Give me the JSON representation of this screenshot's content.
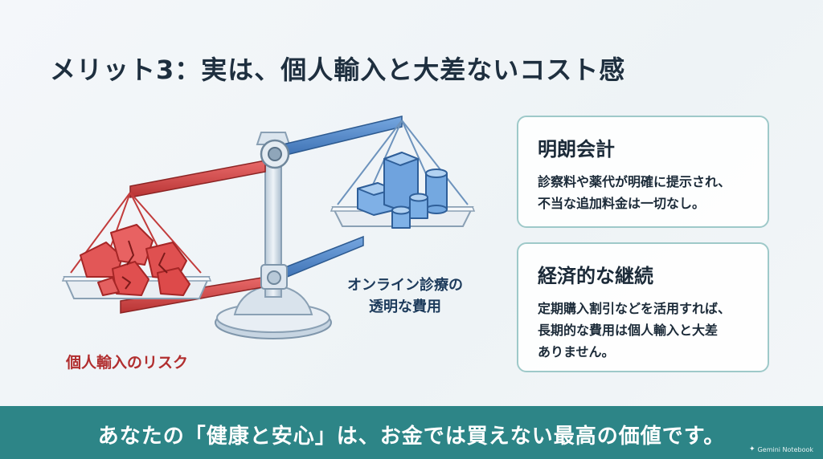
{
  "slide": {
    "title": "メリット3：実は、個人輸入と大差ないコスト感"
  },
  "illustration": {
    "left_label": "個人輸入のリスク",
    "right_label_line1": "オンライン診療の",
    "right_label_line2": "透明な費用",
    "colors": {
      "risk": "#d94a4a",
      "transparent": "#4f87c9",
      "pillar": "#c9d7e3"
    }
  },
  "cards": [
    {
      "title": "明朗会計",
      "lines": [
        "診察料や薬代が明確に提示され、",
        "不当な追加料金は一切なし。"
      ]
    },
    {
      "title": "経済的な継続",
      "lines": [
        "定期購入割引などを活用すれば、",
        "長期的な費用は個人輸入と大差",
        "ありません。"
      ]
    }
  ],
  "banner": {
    "text": "あなたの「健康と安心」は、お金では買えない最高の価値です。",
    "brand": "Gemini Notebook",
    "brand_icon": "sparkle-icon",
    "color": "#2d8587"
  }
}
